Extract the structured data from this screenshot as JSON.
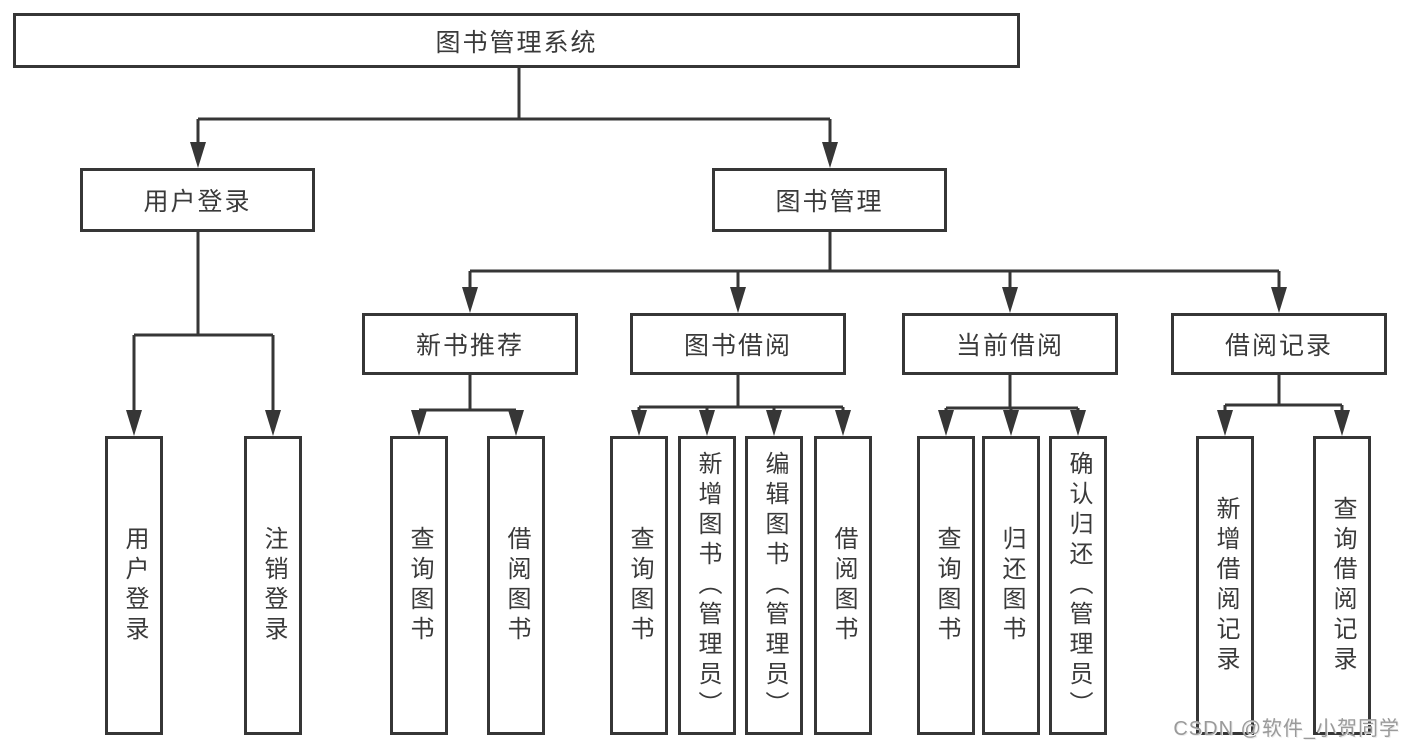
{
  "tree": {
    "root": {
      "label": "图书管理系统"
    },
    "branches": [
      {
        "label": "用户登录",
        "children": [
          {
            "label": "用户登录"
          },
          {
            "label": "注销登录"
          }
        ]
      },
      {
        "label": "图书管理",
        "children": [
          {
            "label": "新书推荐",
            "children": [
              {
                "label": "查询图书"
              },
              {
                "label": "借阅图书"
              }
            ]
          },
          {
            "label": "图书借阅",
            "children": [
              {
                "label": "查询图书"
              },
              {
                "label": "新增图书（管理员）"
              },
              {
                "label": "编辑图书（管理员）"
              },
              {
                "label": "借阅图书"
              }
            ]
          },
          {
            "label": "当前借阅",
            "children": [
              {
                "label": "查询图书"
              },
              {
                "label": "归还图书"
              },
              {
                "label": "确认归还（管理员）"
              }
            ]
          },
          {
            "label": "借阅记录",
            "children": [
              {
                "label": "新增借阅记录"
              },
              {
                "label": "查询借阅记录"
              }
            ]
          }
        ]
      }
    ]
  },
  "watermark": {
    "text": "CSDN @软件_小贺同学"
  },
  "colors": {
    "line": "#363636",
    "text": "#3a3a3a",
    "box_background": "#ffffff",
    "watermark": "#9a9a9a"
  }
}
